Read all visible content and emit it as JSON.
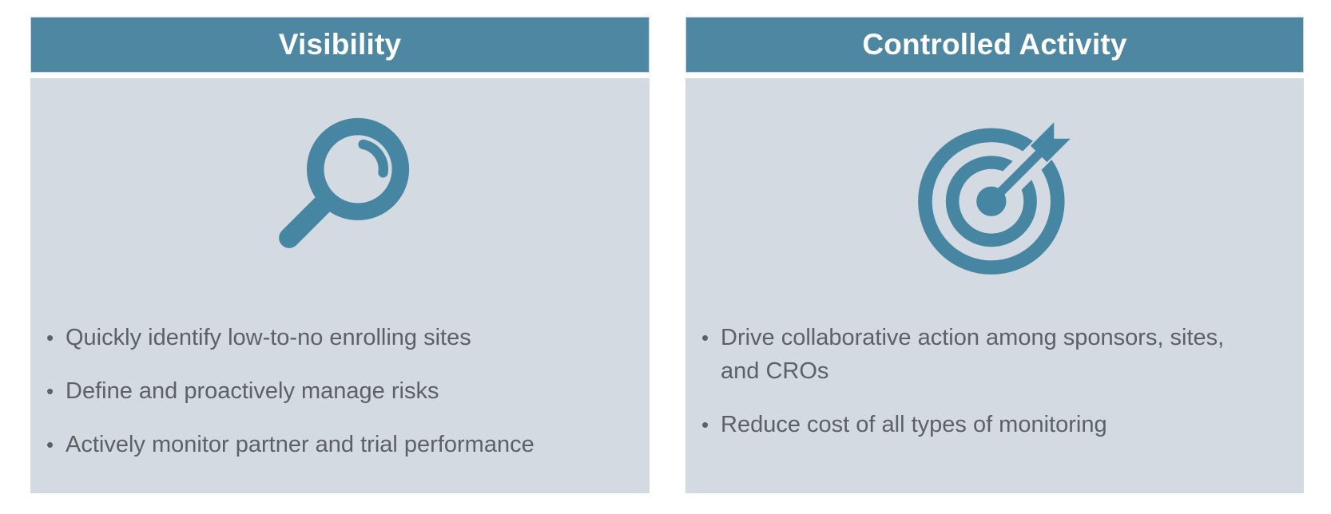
{
  "colors": {
    "header_bg": "#4d87a2",
    "header_border": "#c2d4de",
    "header_text": "#ffffff",
    "panel_bg": "#d3dae1",
    "bullet_text": "#5d6166",
    "icon": "#4786a2",
    "page_bg": "#ffffff"
  },
  "bullet_char": "•",
  "panels": [
    {
      "title": "Visibility",
      "icon": "magnifying-glass-icon",
      "bullets": [
        "Quickly identify low-to-no enrolling sites",
        "Define and proactively manage risks",
        "Actively monitor partner and trial performance"
      ]
    },
    {
      "title": "Controlled Activity",
      "icon": "target-arrow-icon",
      "bullets": [
        "Drive collaborative action among sponsors, sites, and CROs",
        "Reduce cost of all types of monitoring"
      ]
    }
  ]
}
